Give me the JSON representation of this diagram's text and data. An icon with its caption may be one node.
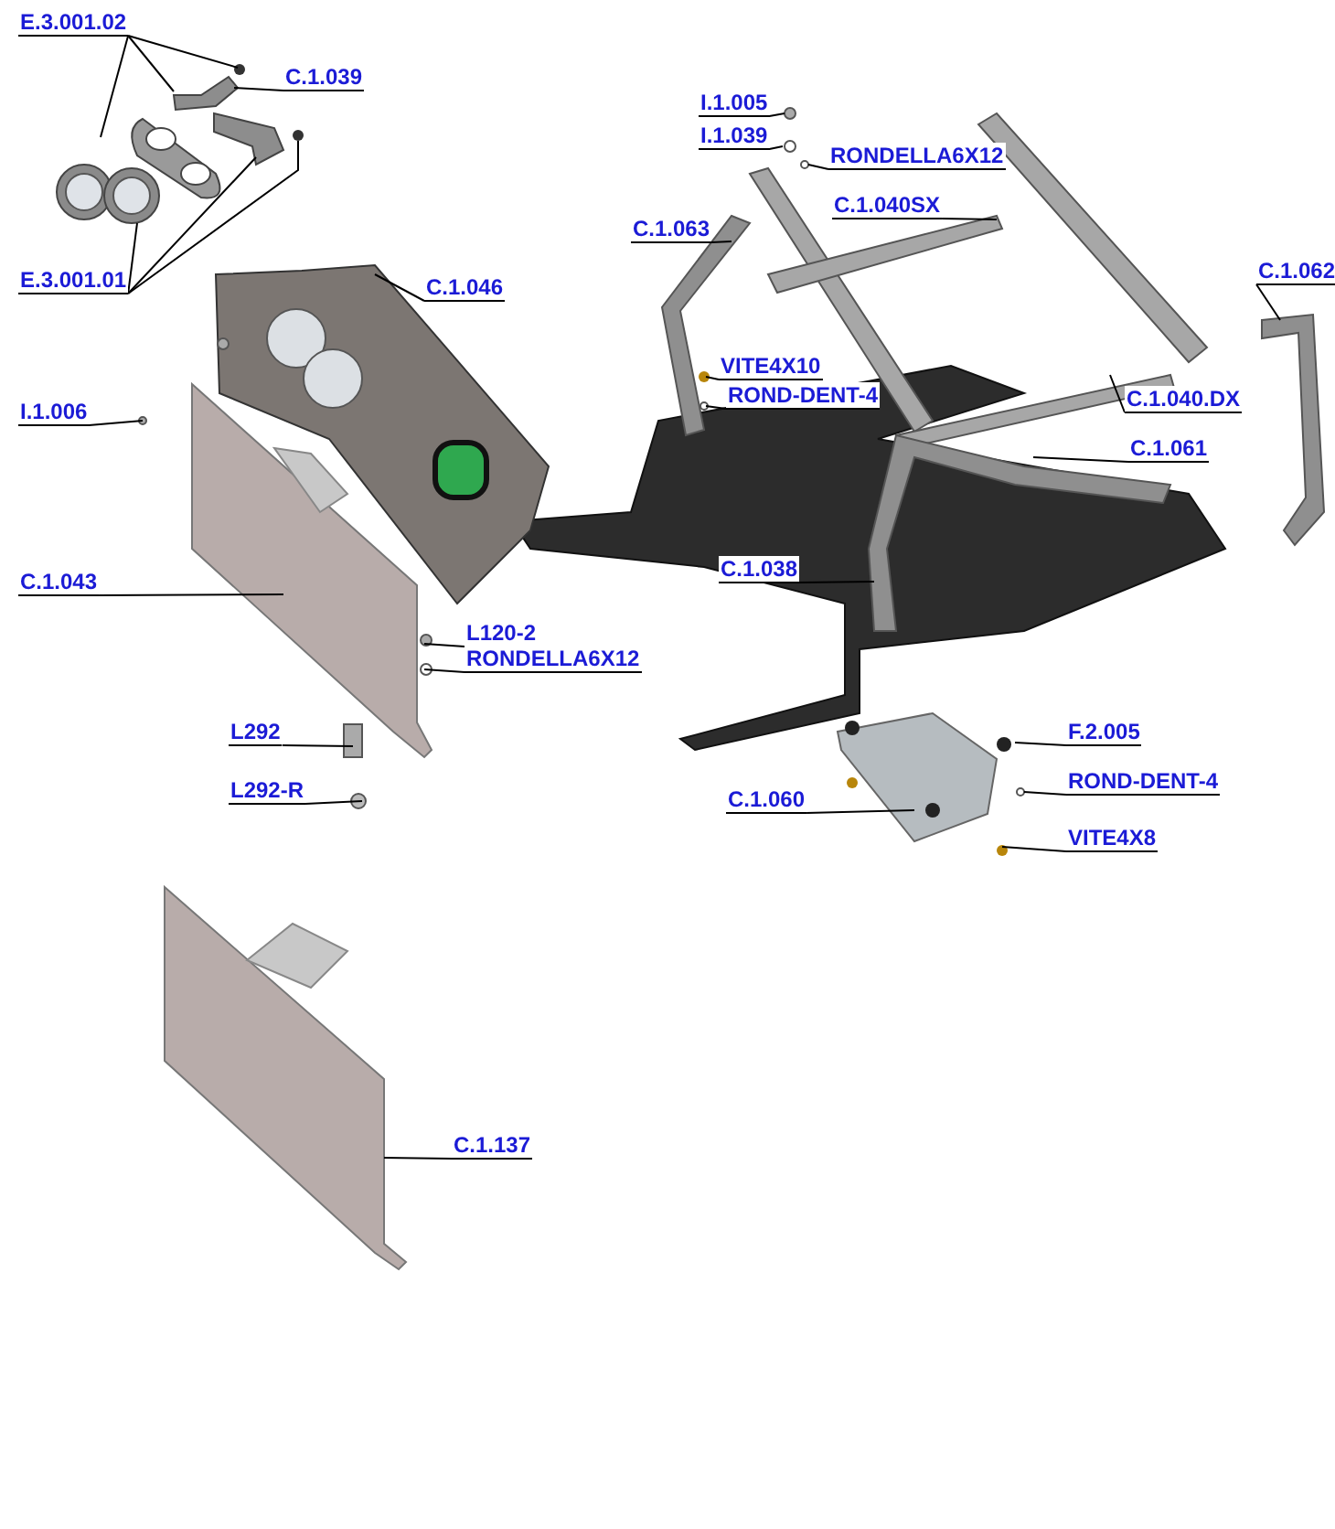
{
  "diagram": {
    "nodes": [
      {
        "text": [
          "E.3.001.02"
        ]
      },
      {
        "text": [
          "C.1.039"
        ]
      },
      {
        "text": [
          "E.3.001.01"
        ]
      },
      {
        "text": [
          "C.1.046"
        ]
      },
      {
        "text": [
          "I.1.006"
        ]
      },
      {
        "text": [
          "C.1.043"
        ]
      },
      {
        "text": [
          "L120-2"
        ]
      },
      {
        "text": [
          "RONDELLA6X12"
        ]
      },
      {
        "text": [
          "L292"
        ]
      },
      {
        "text": [
          "L292-R"
        ]
      },
      {
        "text": [
          "I.1.005"
        ]
      },
      {
        "text": [
          "I.1.039"
        ]
      },
      {
        "text": [
          "RONDELLA6X12"
        ]
      },
      {
        "text": [
          "C.1.040SX"
        ]
      },
      {
        "text": [
          "C.1.063"
        ]
      },
      {
        "text": [
          "C.1.062"
        ]
      },
      {
        "text": [
          "VITE4X10"
        ]
      },
      {
        "text": [
          "ROND-DENT-4"
        ]
      },
      {
        "text": [
          "C.1.040.DX"
        ]
      },
      {
        "text": [
          "C.1.061"
        ]
      },
      {
        "text": [
          "C.1.038"
        ]
      },
      {
        "text": [
          "F.2.005"
        ]
      },
      {
        "text": [
          "ROND-DENT-4"
        ]
      },
      {
        "text": [
          "C.1.060"
        ]
      },
      {
        "text": [
          "VITE4X8"
        ]
      },
      {
        "text": [
          "C.1.137"
        ]
      }
    ],
    "edges": [
      {
        "from": 0,
        "to": null,
        "arrow": "none"
      },
      {
        "from": 0,
        "to": null,
        "arrow": "none"
      },
      {
        "from": 0,
        "to": null,
        "arrow": "none"
      },
      {
        "from": 1,
        "to": null,
        "arrow": "none"
      },
      {
        "from": 2,
        "to": null,
        "arrow": "none"
      },
      {
        "from": 2,
        "to": null,
        "arrow": "none"
      },
      {
        "from": 2,
        "to": null,
        "arrow": "none"
      },
      {
        "from": 3,
        "to": null,
        "arrow": "none"
      },
      {
        "from": 4,
        "to": null,
        "arrow": "none"
      },
      {
        "from": 5,
        "to": null,
        "arrow": "none"
      },
      {
        "from": 6,
        "to": null,
        "arrow": "none"
      },
      {
        "from": 7,
        "to": null,
        "arrow": "none"
      },
      {
        "from": 8,
        "to": null,
        "arrow": "none"
      },
      {
        "from": 9,
        "to": null,
        "arrow": "none"
      },
      {
        "from": 10,
        "to": null,
        "arrow": "none"
      },
      {
        "from": 11,
        "to": null,
        "arrow": "none"
      },
      {
        "from": 12,
        "to": null,
        "arrow": "none"
      },
      {
        "from": 13,
        "to": null,
        "arrow": "none"
      },
      {
        "from": 14,
        "to": null,
        "arrow": "none"
      },
      {
        "from": 15,
        "to": null,
        "arrow": "none"
      },
      {
        "from": 16,
        "to": null,
        "arrow": "none"
      },
      {
        "from": 17,
        "to": null,
        "arrow": "none"
      },
      {
        "from": 18,
        "to": null,
        "arrow": "none"
      },
      {
        "from": 19,
        "to": null,
        "arrow": "none"
      },
      {
        "from": 20,
        "to": null,
        "arrow": "none"
      },
      {
        "from": 21,
        "to": null,
        "arrow": "none"
      },
      {
        "from": 22,
        "to": null,
        "arrow": "none"
      },
      {
        "from": 23,
        "to": null,
        "arrow": "none"
      },
      {
        "from": 24,
        "to": null,
        "arrow": "none"
      },
      {
        "from": 25,
        "to": null,
        "arrow": "none"
      }
    ]
  }
}
